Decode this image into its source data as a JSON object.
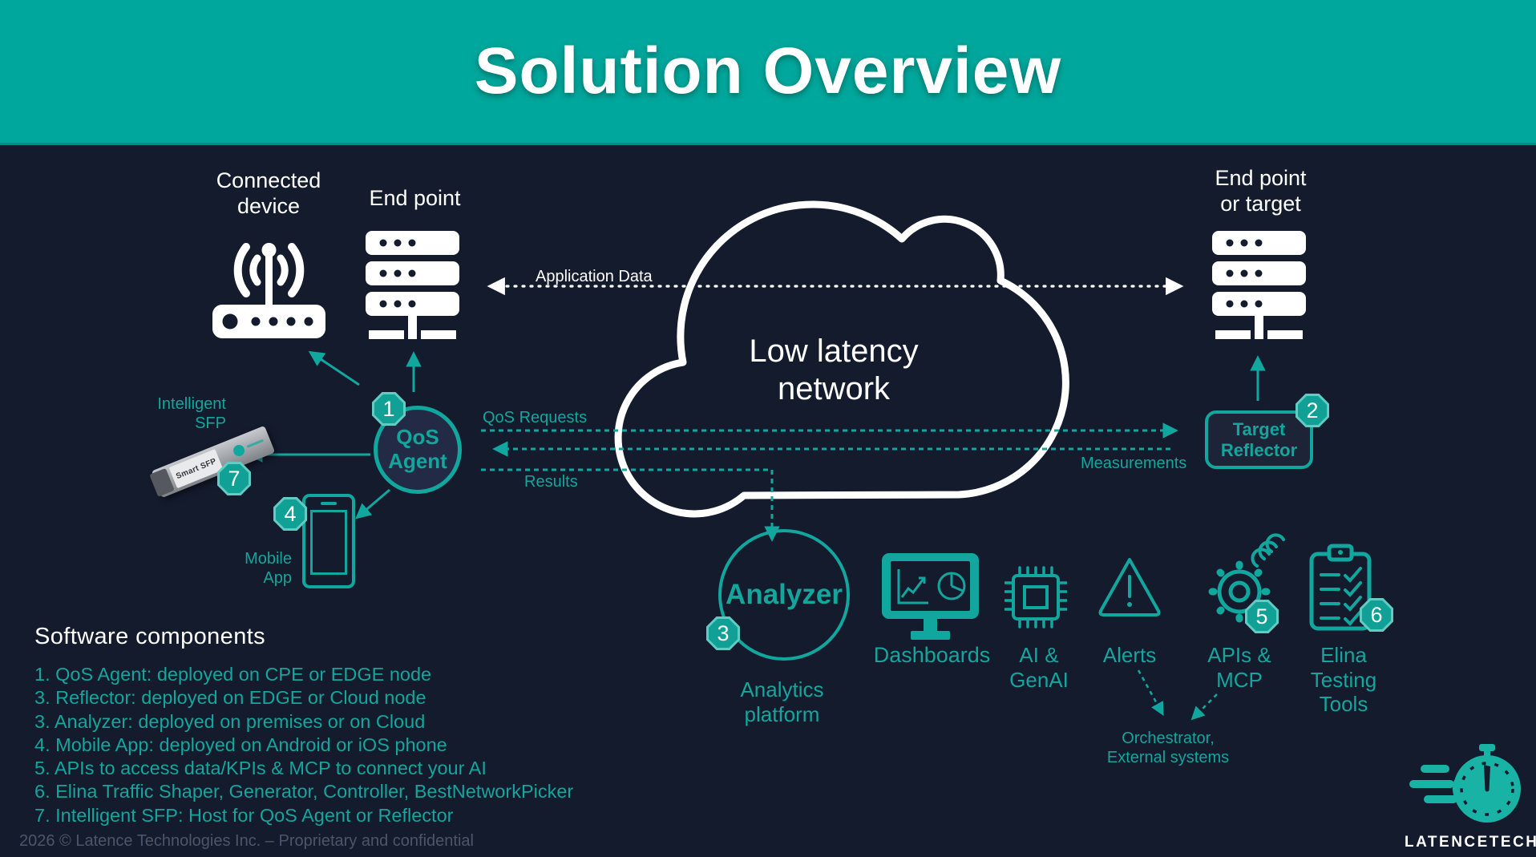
{
  "title": "Solution Overview",
  "colors": {
    "header_teal": "#00A79C",
    "background": "#141B2D",
    "accent_teal": "#12A79E",
    "white": "#FFFFFF"
  },
  "nodes": {
    "connected_device": {
      "label": "Connected\ndevice"
    },
    "endpoint_left": {
      "label": "End point"
    },
    "endpoint_right": {
      "label": "End point\nor target"
    },
    "cloud": {
      "label": "Low latency\nnetwork"
    },
    "qos_agent": {
      "label": "QoS\nAgent",
      "badge": "1"
    },
    "target_reflector": {
      "label": "Target\nReflector",
      "badge": "2"
    },
    "analyzer": {
      "label": "Analyzer",
      "badge": "3",
      "caption": "Analytics\nplatform"
    },
    "sfp": {
      "label": "Intelligent\nSFP",
      "badge": "7",
      "module_text": "Smart SFP"
    },
    "mobile": {
      "label": "Mobile\nApp",
      "badge": "4"
    }
  },
  "flows": {
    "application_data": "Application Data",
    "qos_requests": "QoS Requests",
    "measurements": "Measurements",
    "results": "Results"
  },
  "platform": [
    {
      "id": "dashboards",
      "label": "Dashboards"
    },
    {
      "id": "ai-genai",
      "label": "AI &\nGenAI"
    },
    {
      "id": "alerts",
      "label": "Alerts"
    },
    {
      "id": "apis-mcp",
      "label": "APIs &\nMCP",
      "badge": "5"
    },
    {
      "id": "elina-testing-tools",
      "label": "Elina\nTesting\nTools",
      "badge": "6"
    }
  ],
  "orchestrator_label": "Orchestrator,\nExternal systems",
  "software": {
    "title": "Software components",
    "items": [
      "1. QoS Agent: deployed on CPE or EDGE node",
      "3. Reflector: deployed on EDGE or Cloud node",
      "3. Analyzer: deployed on premises or on Cloud",
      "4. Mobile App: deployed on Android or iOS phone",
      "5. APIs to access data/KPIs  & MCP to connect your AI",
      "6. Elina Traffic Shaper, Generator, Controller, BestNetworkPicker",
      "7. Intelligent SFP: Host for QoS Agent or Reflector"
    ]
  },
  "footer": {
    "copyright": "2026 © Latence Technologies Inc. – Proprietary and confidential",
    "brand": "LATENCETECH"
  }
}
